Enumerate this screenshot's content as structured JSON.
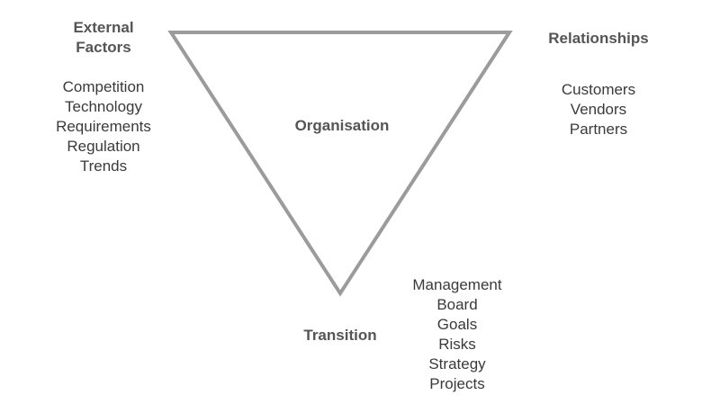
{
  "colors": {
    "triangle_stroke": "#9b9b9b",
    "heading_text": "#555555",
    "list_text": "#3a3a3a"
  },
  "diagram": {
    "organisation": {
      "label": "Organisation"
    },
    "external_factors": {
      "heading_lines": [
        "External",
        "Factors"
      ],
      "items": [
        "Competition",
        "Technology",
        "Requirements",
        "Regulation",
        "Trends"
      ]
    },
    "relationships": {
      "heading": "Relationships",
      "items": [
        "Customers",
        "Vendors",
        "Partners"
      ]
    },
    "transition": {
      "heading": "Transition",
      "items": [
        "Management",
        "Board",
        "Goals",
        "Risks",
        "Strategy",
        "Projects"
      ]
    }
  }
}
